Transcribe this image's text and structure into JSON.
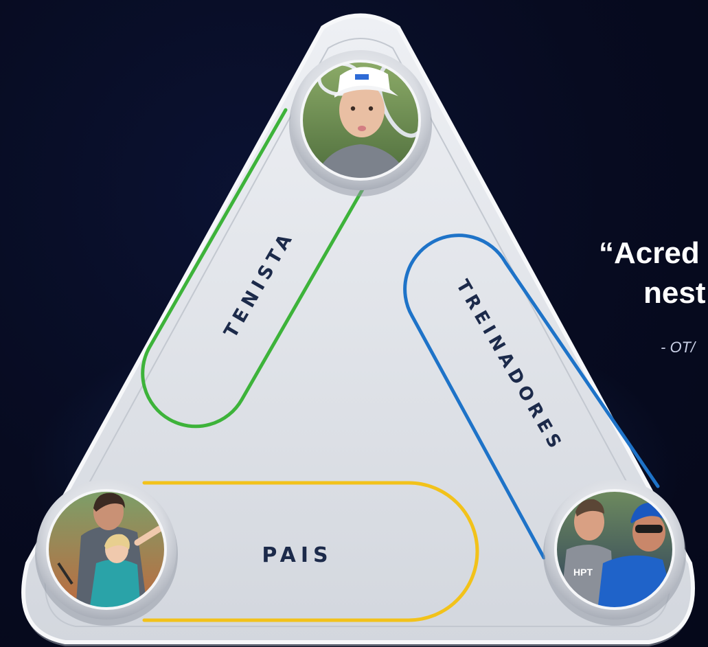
{
  "triangle": {
    "labels": {
      "tenista": "TENISTA",
      "treinadores": "TREINADORES",
      "pais": "PAIS"
    },
    "colors": {
      "tenista": "#3db33a",
      "treinadores": "#1e73c8",
      "pais": "#f2c21a"
    },
    "avatars": {
      "top": "tennis-child-photo",
      "bottom_left": "parent-and-child-photo",
      "bottom_right": "coaches-photo"
    }
  },
  "quote": {
    "line1": "“Acred",
    "line2": "nest",
    "author": "- OT/"
  }
}
